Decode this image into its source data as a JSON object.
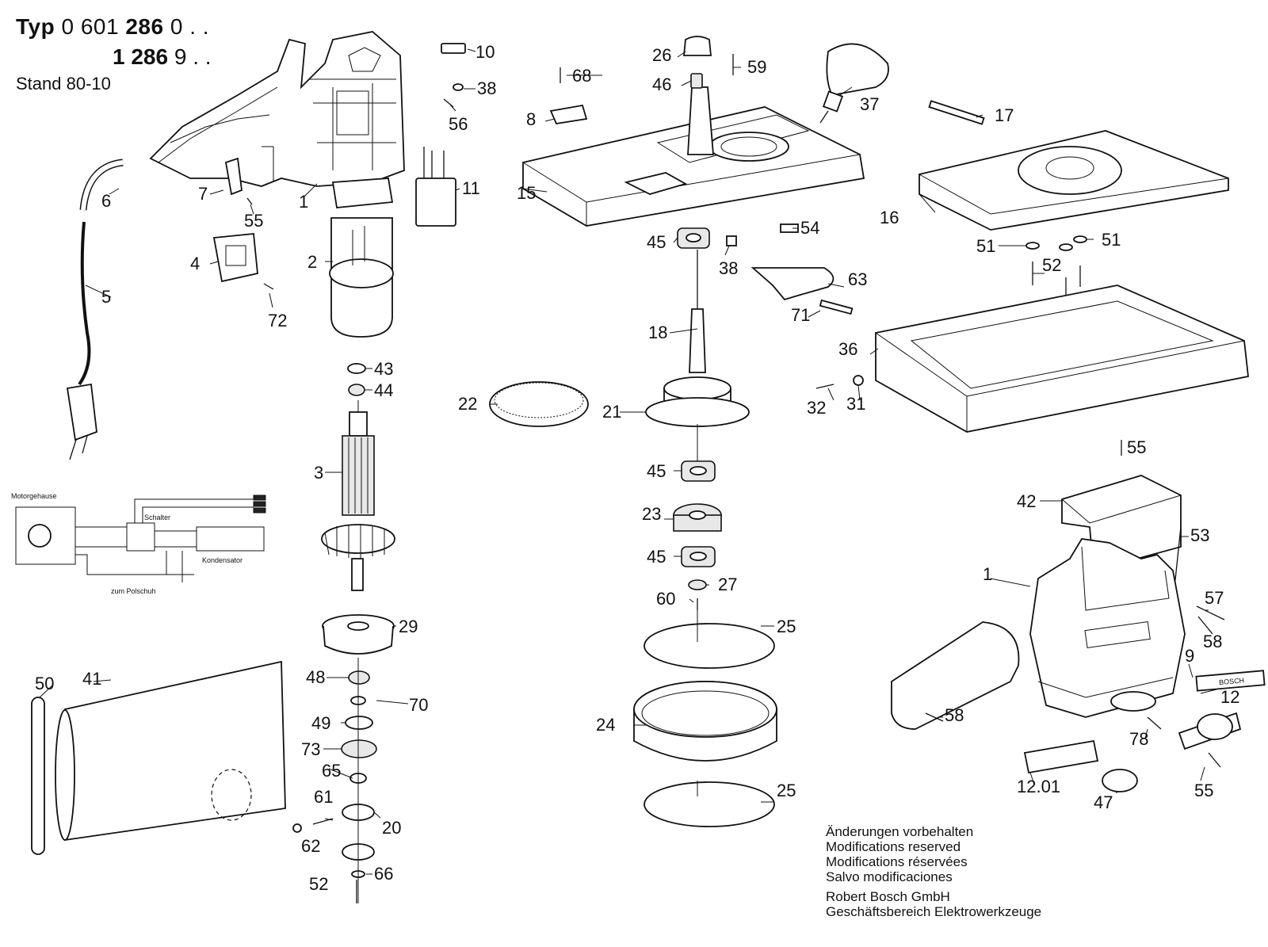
{
  "header": {
    "typ_prefix": "Typ",
    "typ_line1_light_a": "0 601",
    "typ_line1_bold": "286",
    "typ_line1_light_b": "0 . .",
    "typ_line2_bold_a": "1",
    "typ_line2_bold_b": "286",
    "typ_line2_light": "9 . .",
    "stand": "Stand 80-10"
  },
  "wiring": {
    "motorgehause": "Motorgehause",
    "schalter": "Schalter",
    "kondensator": "Kondensator",
    "zum_polschuh": "zum   Polschuh"
  },
  "nameplate": "BOSCH",
  "notice": {
    "lines": [
      "Änderungen vorbehalten",
      "Modifications reserved",
      "Modifications réservées",
      "Salvo modificaciones"
    ],
    "company": "Robert Bosch GmbH",
    "division": "Geschäftsbereich Elektrowerkzeuge"
  },
  "parts": [
    {
      "n": "10"
    },
    {
      "n": "38"
    },
    {
      "n": "56"
    },
    {
      "n": "11"
    },
    {
      "n": "6"
    },
    {
      "n": "7"
    },
    {
      "n": "1"
    },
    {
      "n": "55"
    },
    {
      "n": "4"
    },
    {
      "n": "2"
    },
    {
      "n": "72"
    },
    {
      "n": "5"
    },
    {
      "n": "43"
    },
    {
      "n": "44"
    },
    {
      "n": "3"
    },
    {
      "n": "29"
    },
    {
      "n": "48"
    },
    {
      "n": "70"
    },
    {
      "n": "49"
    },
    {
      "n": "73"
    },
    {
      "n": "65"
    },
    {
      "n": "61"
    },
    {
      "n": "20"
    },
    {
      "n": "62"
    },
    {
      "n": "66"
    },
    {
      "n": "52"
    },
    {
      "n": "50"
    },
    {
      "n": "41"
    },
    {
      "n": "68"
    },
    {
      "n": "8"
    },
    {
      "n": "26"
    },
    {
      "n": "59"
    },
    {
      "n": "46"
    },
    {
      "n": "37"
    },
    {
      "n": "15"
    },
    {
      "n": "54"
    },
    {
      "n": "45"
    },
    {
      "n": "38"
    },
    {
      "n": "63"
    },
    {
      "n": "71"
    },
    {
      "n": "18"
    },
    {
      "n": "22"
    },
    {
      "n": "21"
    },
    {
      "n": "45"
    },
    {
      "n": "23"
    },
    {
      "n": "45"
    },
    {
      "n": "27"
    },
    {
      "n": "60"
    },
    {
      "n": "25"
    },
    {
      "n": "24"
    },
    {
      "n": "25"
    },
    {
      "n": "17"
    },
    {
      "n": "16"
    },
    {
      "n": "51"
    },
    {
      "n": "51"
    },
    {
      "n": "52"
    },
    {
      "n": "36"
    },
    {
      "n": "32"
    },
    {
      "n": "31"
    },
    {
      "n": "55"
    },
    {
      "n": "42"
    },
    {
      "n": "53"
    },
    {
      "n": "1"
    },
    {
      "n": "57"
    },
    {
      "n": "58"
    },
    {
      "n": "9"
    },
    {
      "n": "12"
    },
    {
      "n": "58"
    },
    {
      "n": "78"
    },
    {
      "n": "12.01"
    },
    {
      "n": "47"
    },
    {
      "n": "55"
    }
  ]
}
